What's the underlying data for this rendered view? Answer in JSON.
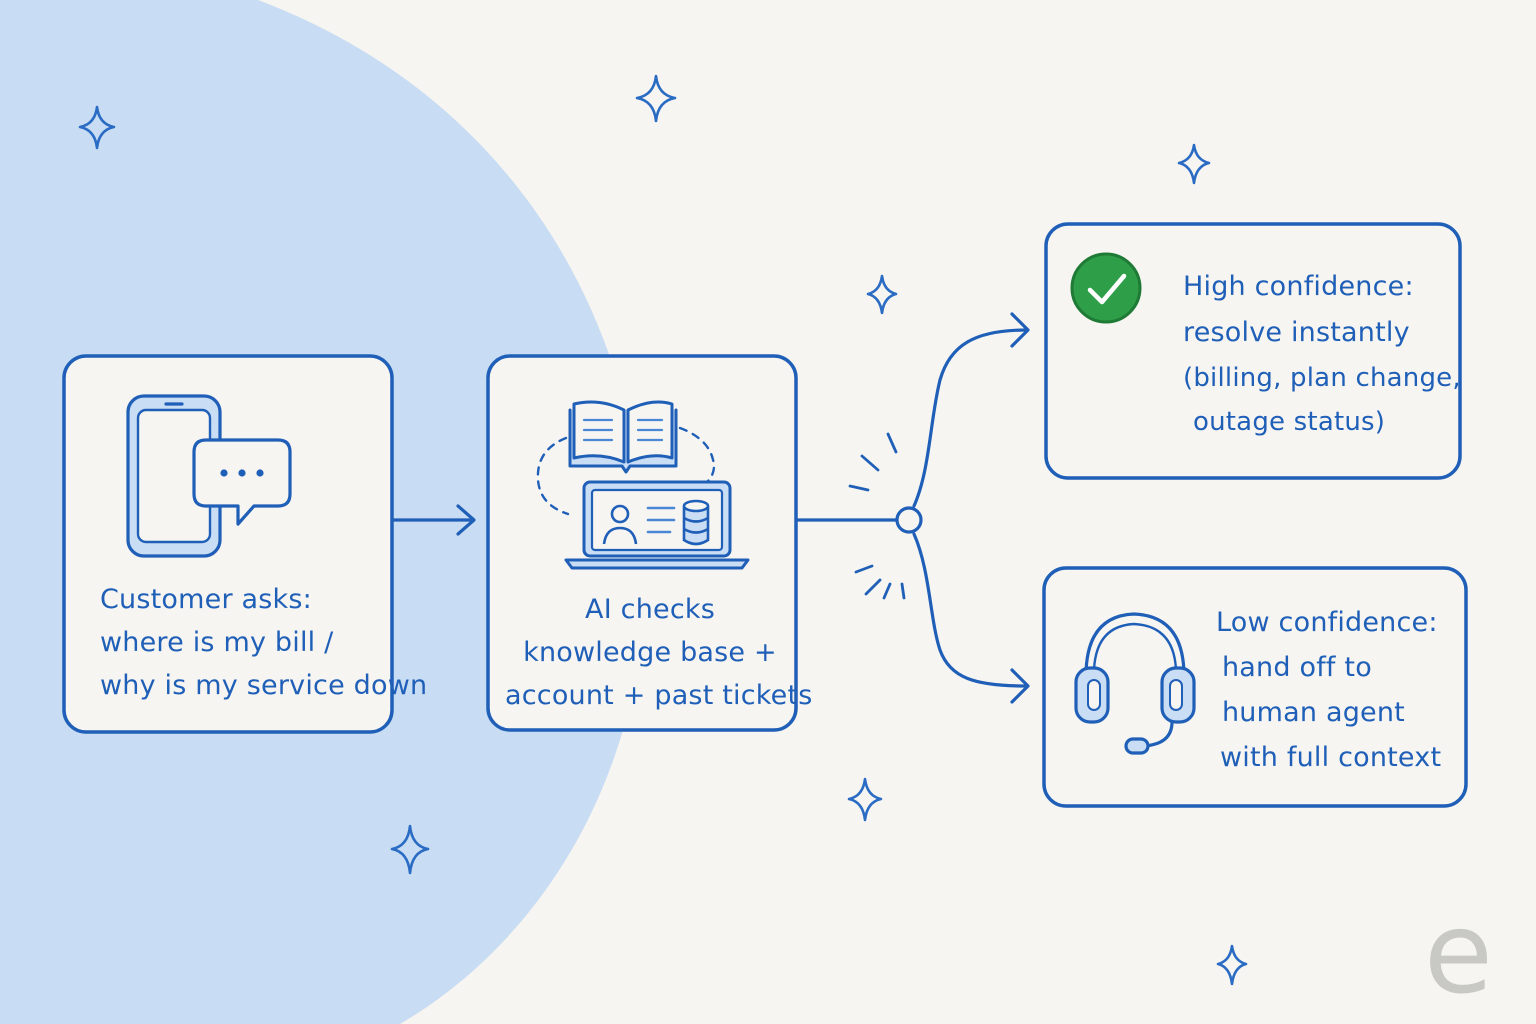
{
  "steps": {
    "customer": {
      "lines": [
        "Customer asks:",
        "where is my bill /",
        "why is my service down"
      ]
    },
    "ai": {
      "lines": [
        "AI checks",
        "knowledge base +",
        "account + past tickets"
      ]
    },
    "high": {
      "lines": [
        "High confidence:",
        "resolve instantly"
      ],
      "sub_lines": [
        "(billing, plan change,",
        "outage status)"
      ]
    },
    "low": {
      "lines": [
        "Low confidence:",
        "hand off to",
        "human agent",
        "with full context"
      ]
    }
  },
  "watermark": "e",
  "colors": {
    "ink": "#1f5fb8",
    "ink_light": "#4a86d6",
    "fill_light": "#c9ddf4",
    "blob": "#c8dcf3",
    "background": "#f6f5f1",
    "success": "#2e9e48",
    "watermark": "#c8c8c4"
  },
  "icons": {
    "customer": [
      "smartphone-icon",
      "chat-bubble-icon"
    ],
    "ai": [
      "open-book-icon",
      "laptop-icon",
      "person-icon",
      "database-icon"
    ],
    "high": "checkmark-circle-icon",
    "low": "headset-icon",
    "decor": "sparkle-icon"
  }
}
